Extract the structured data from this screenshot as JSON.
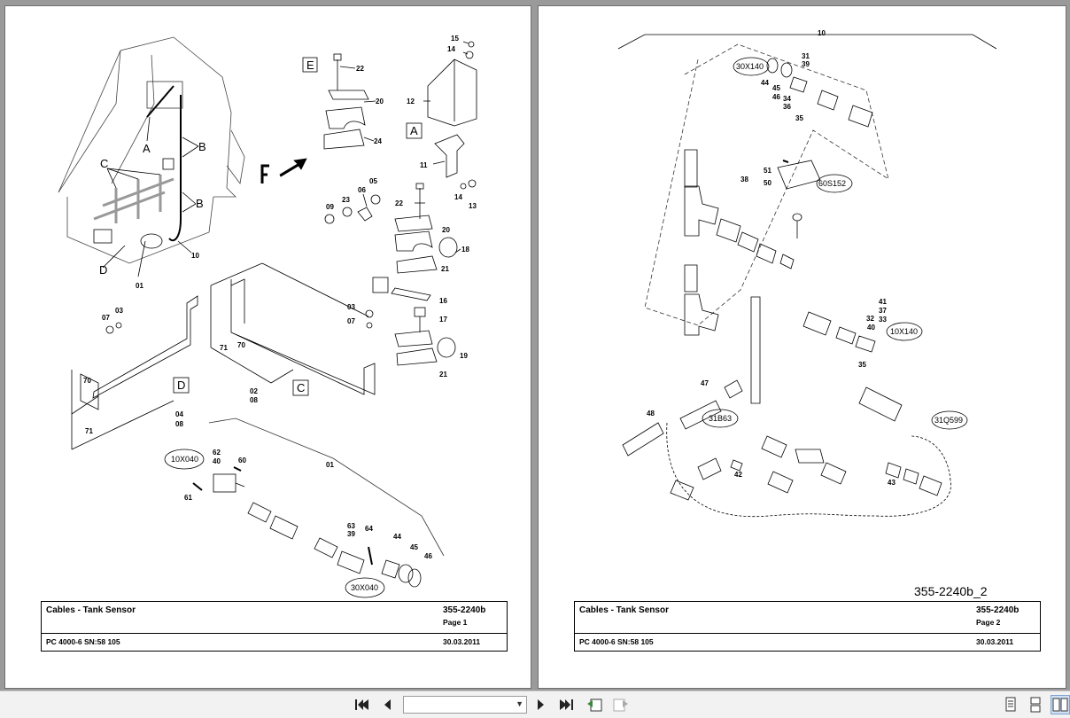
{
  "pages": [
    {
      "title": "Cables - Tank Sensor",
      "part_number": "355-2240b",
      "page_label": "Page 1",
      "model": "PC 4000-6 SN:58 105",
      "date": "30.03.2011"
    },
    {
      "title": "Cables - Tank Sensor",
      "part_number": "355-2240b",
      "page_label": "Page 2",
      "model": "PC 4000-6 SN:58 105",
      "date": "30.03.2011",
      "drawing_id": "355-2240b_2"
    }
  ],
  "drawing1": {
    "view_letters": [
      "C",
      "A",
      "B",
      "B",
      "D",
      "F"
    ],
    "boxed_letters": [
      "E",
      "A",
      "D",
      "C"
    ],
    "callouts": [
      "22",
      "20",
      "24",
      "15",
      "14",
      "12",
      "11",
      "14",
      "13",
      "05",
      "06",
      "23",
      "09",
      "22",
      "20",
      "18",
      "21",
      "16",
      "03",
      "07",
      "17",
      "19",
      "21",
      "10",
      "01",
      "07",
      "03",
      "70",
      "71",
      "04",
      "08",
      "70",
      "71",
      "02",
      "08",
      "62",
      "40",
      "60",
      "61",
      "01",
      "63",
      "39",
      "64",
      "44",
      "45",
      "46"
    ],
    "ovals": [
      "10X040",
      "30X040"
    ]
  },
  "drawing2": {
    "callouts": [
      "10",
      "31",
      "39",
      "44",
      "45",
      "46",
      "34",
      "36",
      "35",
      "51",
      "50",
      "38",
      "41",
      "37",
      "32",
      "33",
      "40",
      "35",
      "47",
      "48",
      "42",
      "43"
    ],
    "ovals": [
      "30X140",
      "60S152",
      "10X140",
      "31B63",
      "31Q599"
    ]
  },
  "toolbar": {
    "first_page": "first-page",
    "prev_page": "previous-page",
    "page_field": "",
    "next_page": "next-page",
    "last_page": "last-page"
  }
}
